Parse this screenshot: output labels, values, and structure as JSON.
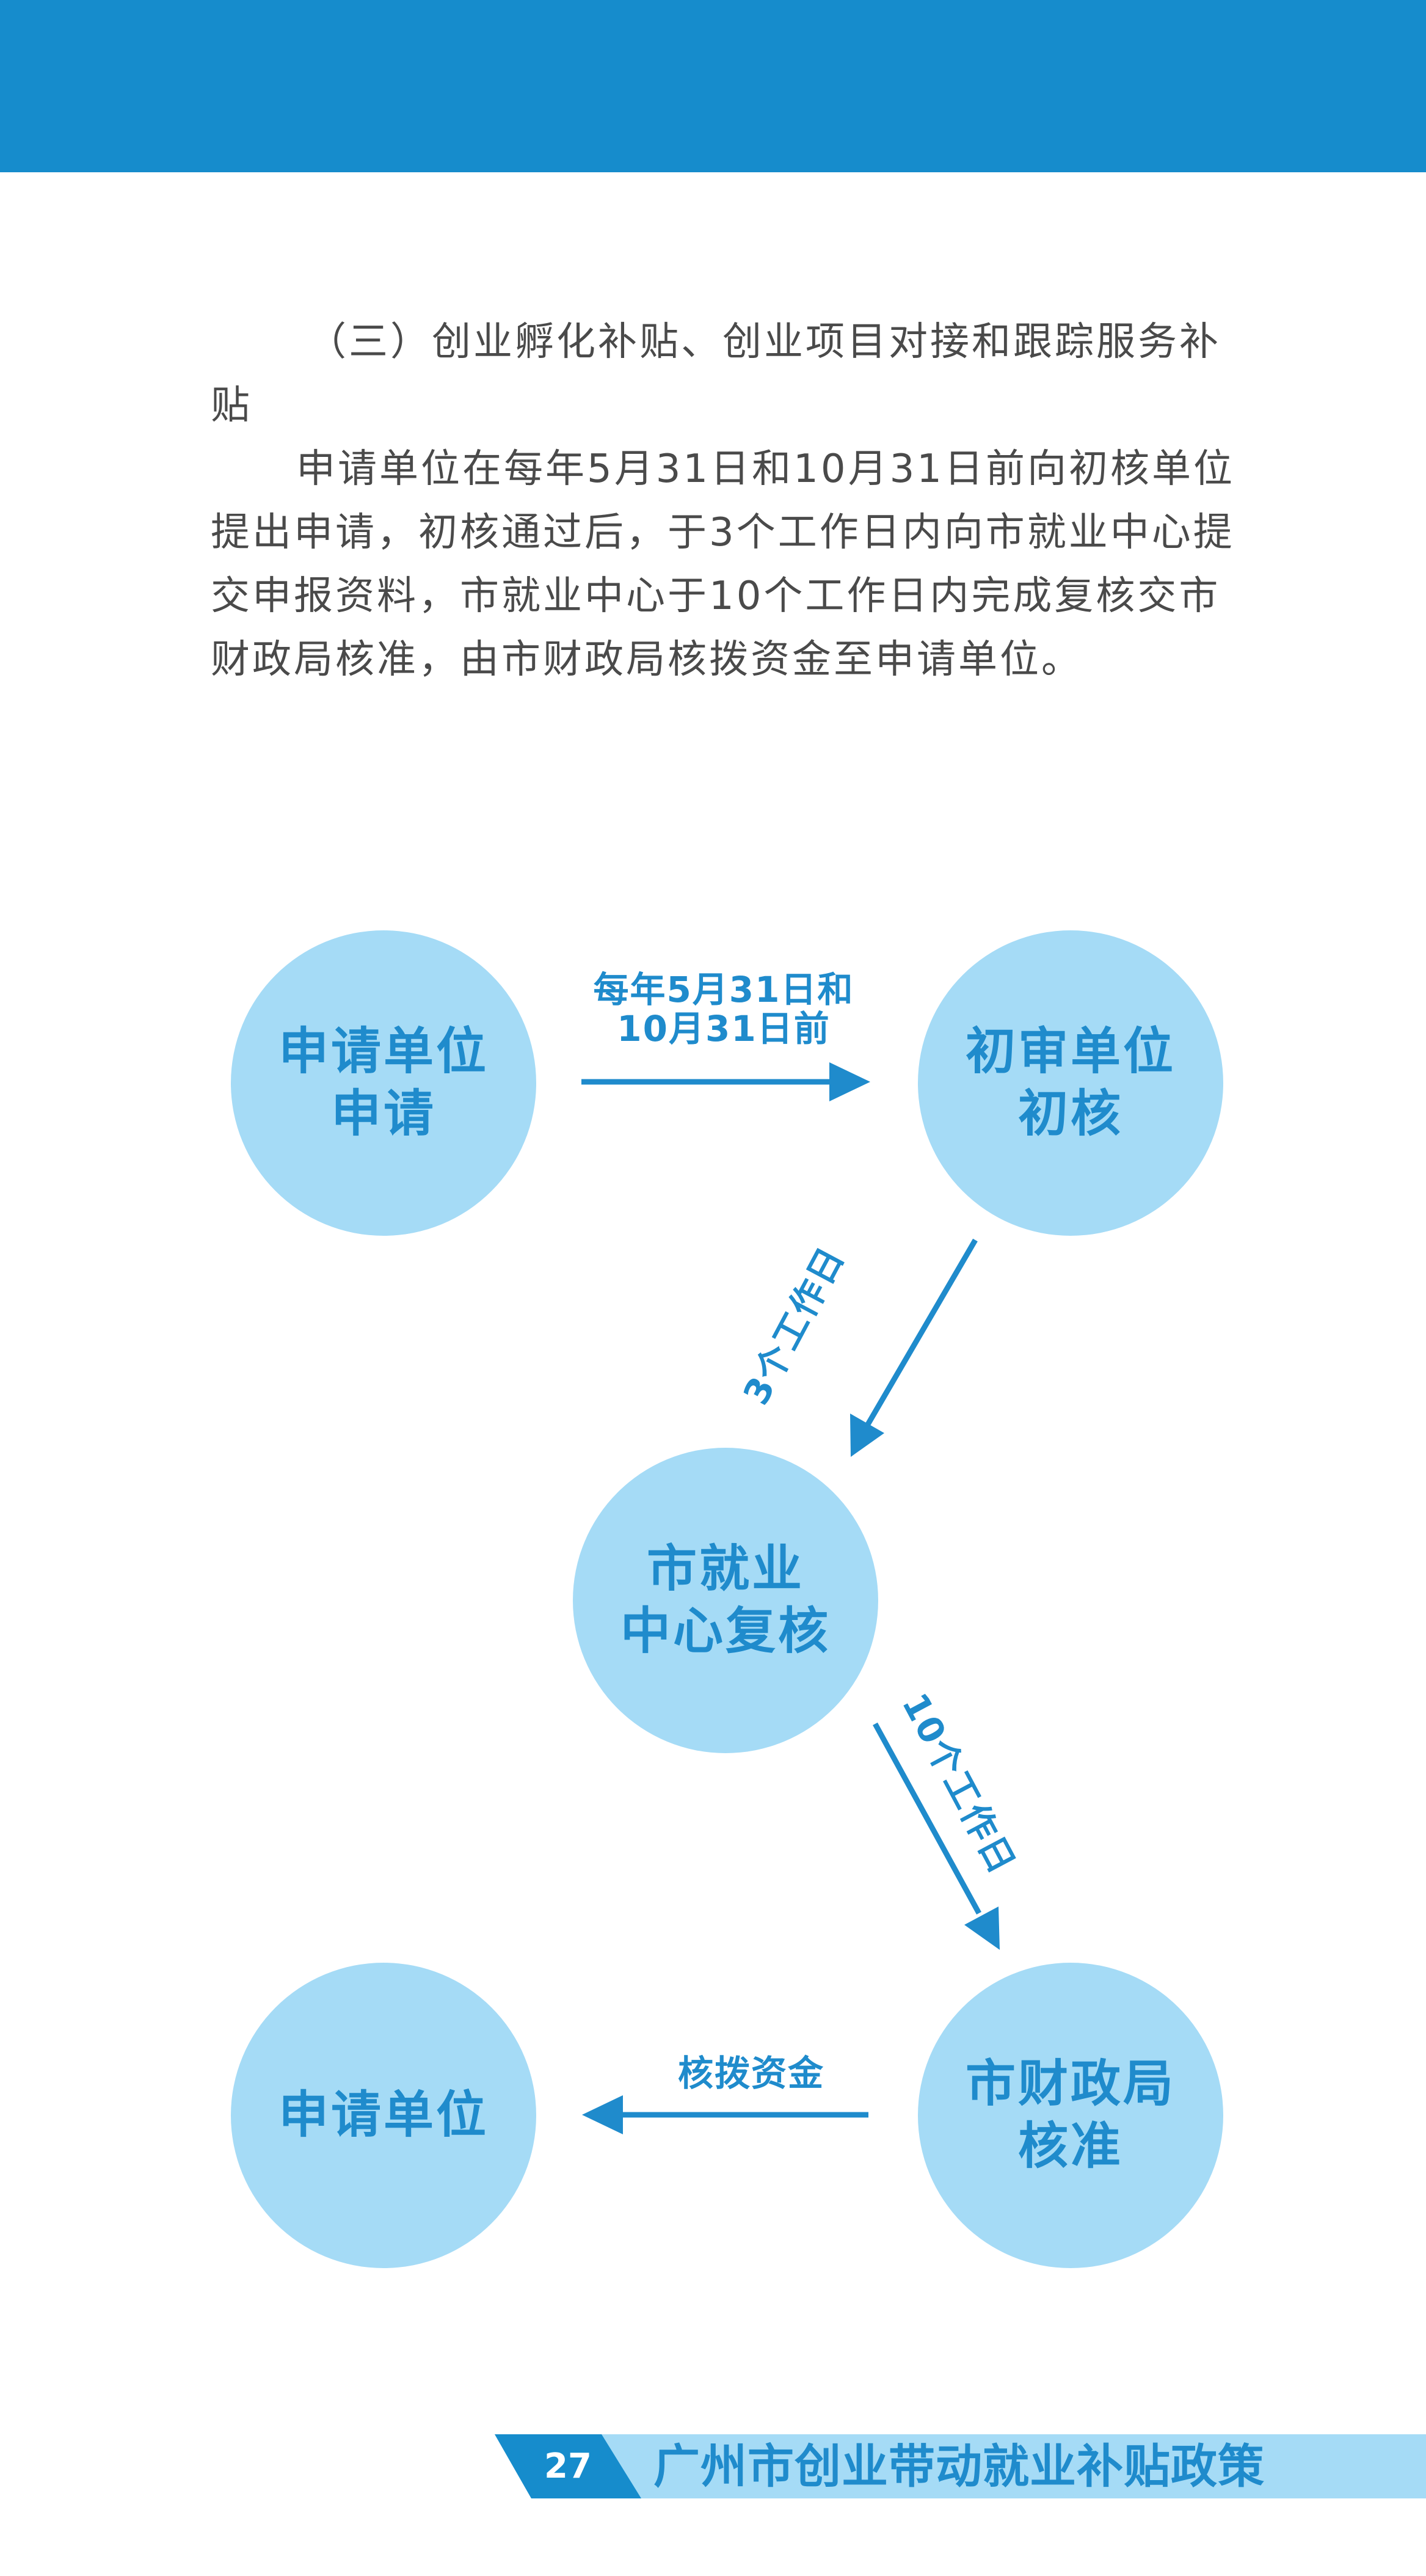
{
  "body": {
    "heading": "（三）创业孵化补贴、创业项目对接和跟踪服务补贴",
    "paragraph": "申请单位在每年5月31日和10月31日前向初核单位提出申请，初核通过后，于3个工作日内向市就业中心提交申报资料，市就业中心于10个工作日内完成复核交市财政局核准，由市财政局核拨资金至申请单位。"
  },
  "flowchart": {
    "nodes": [
      {
        "line1": "申请单位",
        "line2": "申请"
      },
      {
        "line1": "初审单位",
        "line2": "初核"
      },
      {
        "line1": "市就业",
        "line2": "中心复核"
      },
      {
        "line1": "市财政局",
        "line2": "核准"
      },
      {
        "line1": "申请单位",
        "line2": ""
      }
    ],
    "edges": [
      {
        "line1": "每年5月31日和",
        "line2": "10月31日前"
      },
      {
        "label": "3个工作日"
      },
      {
        "label": "10个工作日"
      },
      {
        "label": "核拨资金"
      }
    ]
  },
  "footer": {
    "page_number": "27",
    "title": "广州市创业带动就业补贴政策"
  },
  "colors": {
    "header_blue": "#168ccc",
    "circle_fill": "#a5dbf6",
    "accent_text": "#1f8bcc",
    "body_text": "#4a4a4a"
  }
}
